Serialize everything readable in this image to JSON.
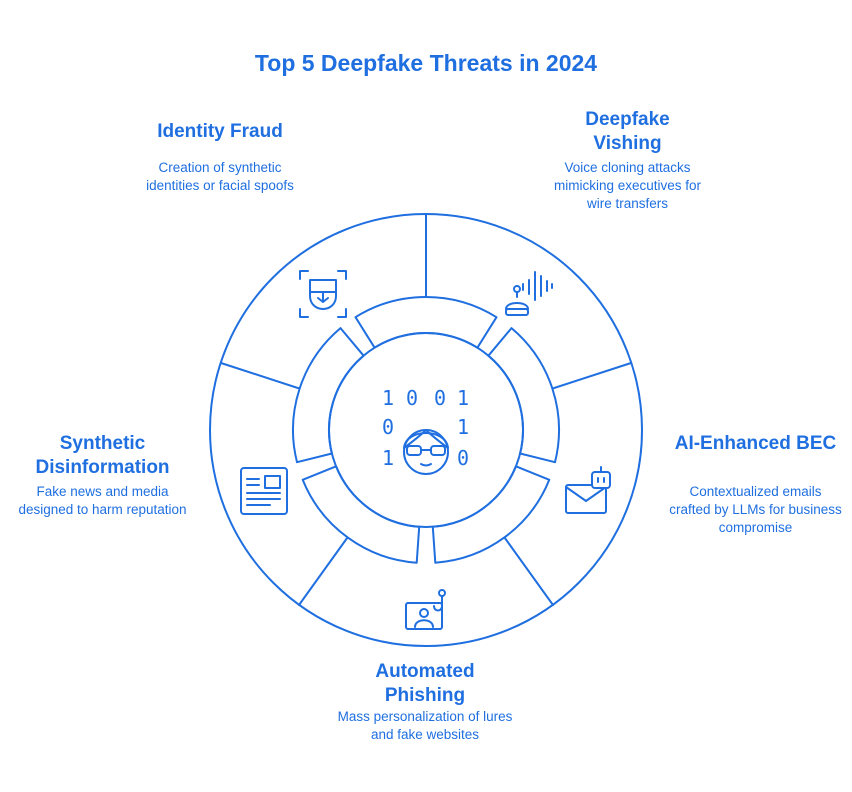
{
  "title": "Top 5 Deepfake Threats in 2024",
  "accent_color": "#1f6fe0",
  "threats": [
    {
      "name": "Identity Fraud",
      "description": "Creation of synthetic identities or facial spoofs",
      "icon": "face-scan-icon"
    },
    {
      "name": "Deepfake Vishing",
      "description": "Voice cloning attacks mimicking executives for wire transfers",
      "icon": "robot-voice-icon"
    },
    {
      "name": "AI-Enhanced BEC",
      "description": "Contextualized emails crafted by LLMs for business compromise",
      "icon": "robot-mail-icon"
    },
    {
      "name": "Automated Phishing",
      "description": "Mass personalization of lures and fake websites",
      "icon": "phishing-hook-icon"
    },
    {
      "name": "Synthetic Disinformation",
      "description": "Fake news and media designed to harm reputation",
      "icon": "newspaper-icon"
    }
  ],
  "center": {
    "icon": "hacker-face-icon",
    "binary": [
      "1",
      "0",
      "0",
      "1",
      "0",
      "1",
      "1",
      "0"
    ]
  }
}
